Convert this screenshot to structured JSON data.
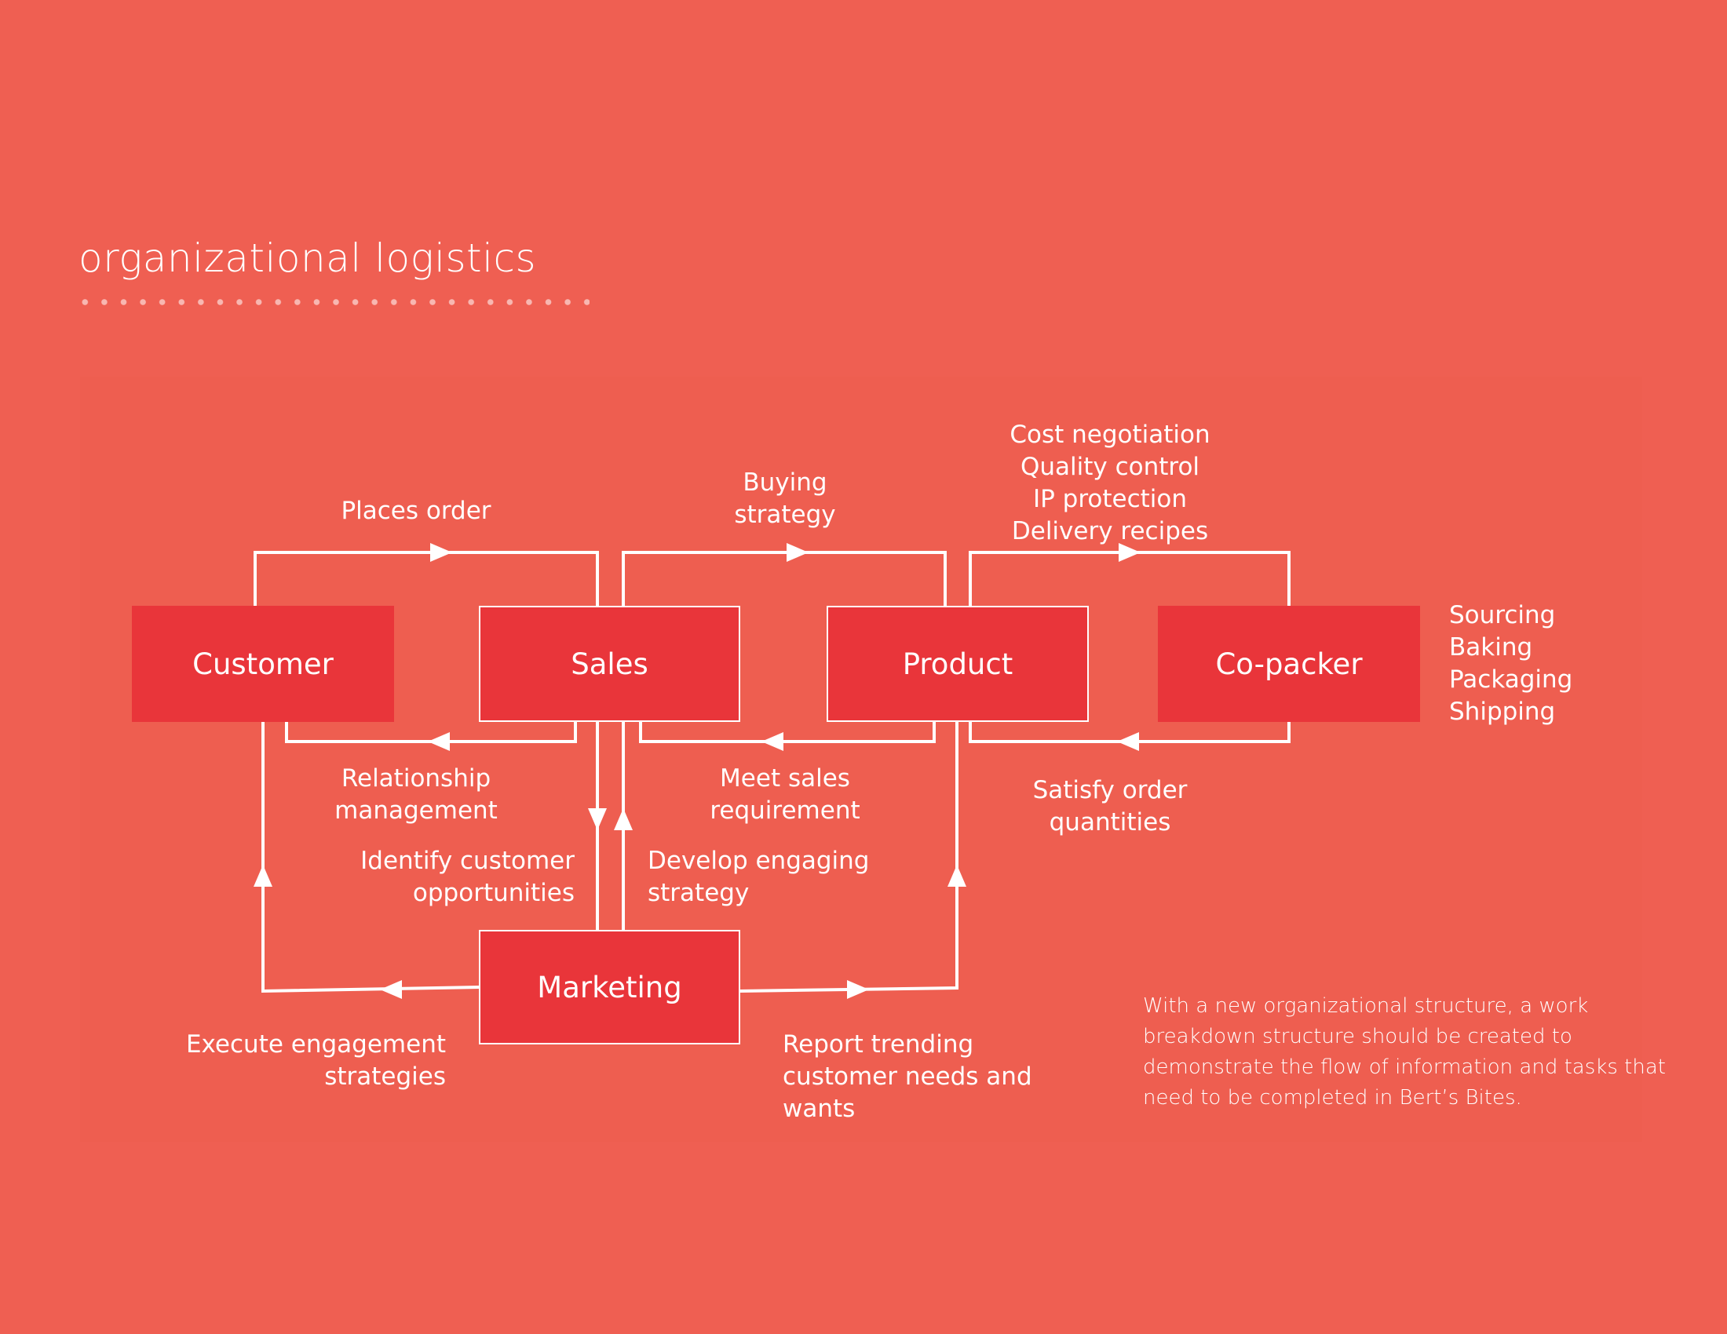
{
  "title": "organizational logistics",
  "nodes": {
    "customer": "Customer",
    "sales": "Sales",
    "product": "Product",
    "copacker": "Co-packer",
    "marketing": "Marketing"
  },
  "labels": {
    "places_order": "Places order",
    "buying_strategy": [
      "Buying",
      "strategy"
    ],
    "product_tasks": [
      "Cost negotiation",
      "Quality control",
      "IP protection",
      "Delivery recipes"
    ],
    "copacker_tasks": [
      "Sourcing",
      "Baking",
      "Packaging",
      "Shipping"
    ],
    "relationship_management": [
      "Relationship",
      "management"
    ],
    "meet_sales_requirement": [
      "Meet sales",
      "requirement"
    ],
    "satisfy_order_quantities": [
      "Satisfy order",
      "quantities"
    ],
    "identify_customer_opportunities": [
      "Identify customer",
      "opportunities"
    ],
    "develop_engaging_strategy": [
      "Develop engaging",
      "strategy"
    ],
    "execute_engagement_strategies": [
      "Execute engagement",
      "strategies"
    ],
    "report_trending": [
      "Report trending",
      "customer needs and",
      "wants"
    ]
  },
  "note": "With a new organizational structure, a work breakdown structure should be created to demonstrate the flow of information and tasks that need to be completed in Bert’s Bites."
}
